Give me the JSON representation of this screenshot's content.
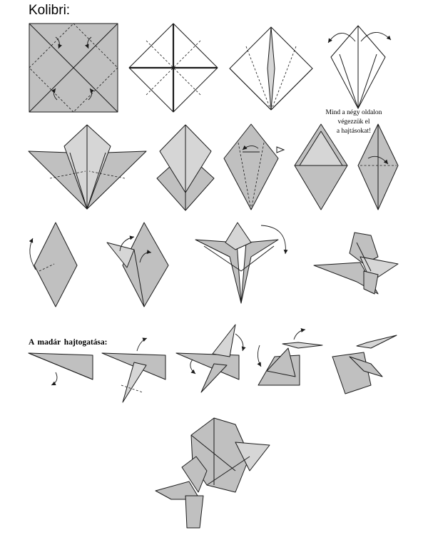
{
  "title": "Kolibri:",
  "note_lines": [
    "Mind a négy oldalon",
    "végezzük el",
    "a hajtásokat!"
  ],
  "section_label": "A madár hajtogatása:"
}
